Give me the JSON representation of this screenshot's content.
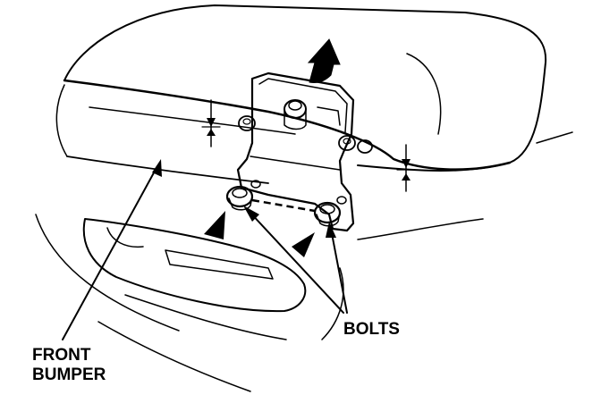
{
  "labels": {
    "front_line1": "FRONT",
    "front_line2": "BUMPER",
    "bolts": "BOLTS"
  }
}
